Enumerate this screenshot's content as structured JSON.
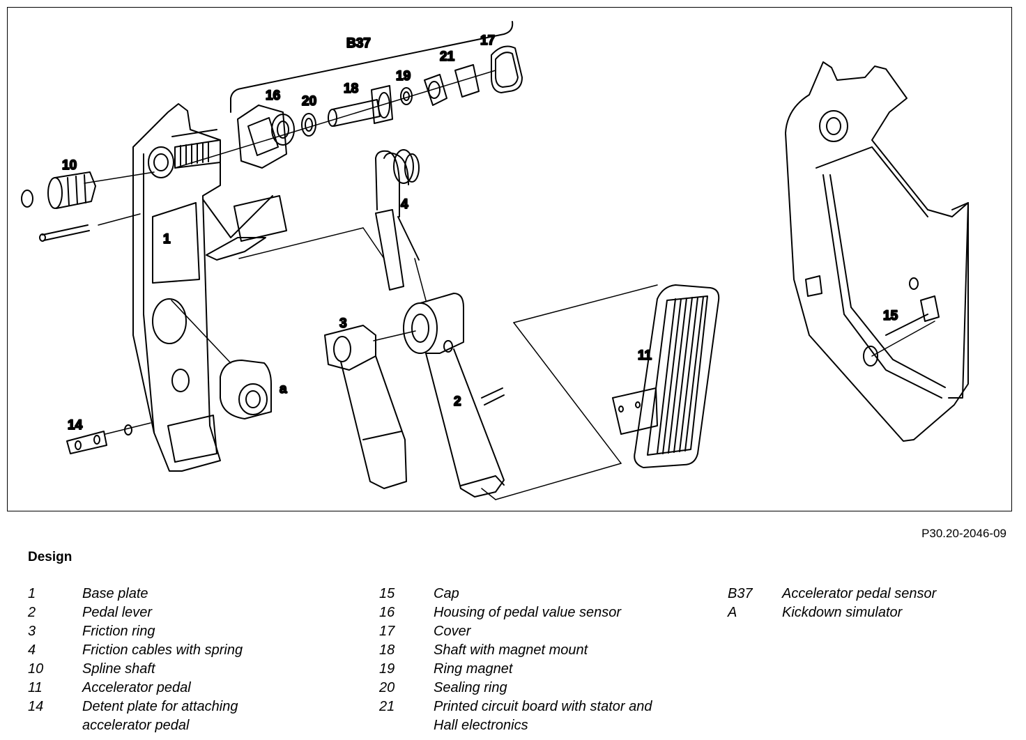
{
  "figure": {
    "callouts": {
      "b37": "B37",
      "c17": "17",
      "c21": "21",
      "c19": "19",
      "c18": "18",
      "c20": "20",
      "c16": "16",
      "c10": "10",
      "c4": "4",
      "c1": "1",
      "c3": "3",
      "c2": "2",
      "c11": "11",
      "c15": "15",
      "c14": "14",
      "ca": "a"
    }
  },
  "reference": "P30.20-2046-09",
  "heading": "Design",
  "legend": {
    "col1": [
      {
        "num": "1",
        "text": "Base plate"
      },
      {
        "num": "2",
        "text": "Pedal lever"
      },
      {
        "num": "3",
        "text": "Friction ring"
      },
      {
        "num": "4",
        "text": "Friction cables with spring"
      },
      {
        "num": "10",
        "text": "Spline shaft"
      },
      {
        "num": "11",
        "text": "Accelerator pedal"
      },
      {
        "num": "14",
        "text": "Detent plate for attaching"
      },
      {
        "num": "",
        "text": "accelerator pedal"
      }
    ],
    "col2": [
      {
        "num": "15",
        "text": "Cap"
      },
      {
        "num": "16",
        "text": "Housing of pedal value sensor"
      },
      {
        "num": "17",
        "text": "Cover"
      },
      {
        "num": "18",
        "text": "Shaft with magnet mount"
      },
      {
        "num": "19",
        "text": "Ring magnet"
      },
      {
        "num": "20",
        "text": "Sealing ring"
      },
      {
        "num": "21",
        "text": "Printed circuit board with stator and"
      },
      {
        "num": "",
        "text": "Hall electronics"
      }
    ],
    "col3": [
      {
        "num": "B37",
        "text": "Accelerator pedal sensor"
      },
      {
        "num": "A",
        "text": "Kickdown simulator"
      }
    ]
  }
}
